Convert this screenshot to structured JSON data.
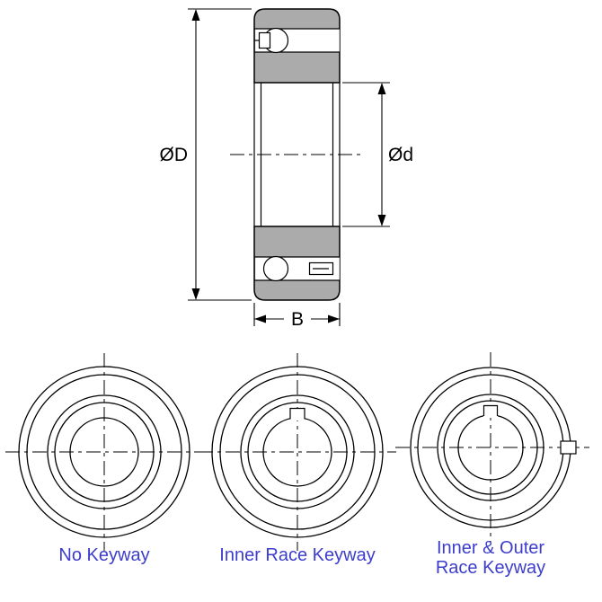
{
  "cross_section": {
    "outer_diameter_label": "ØD",
    "inner_diameter_label": "Ød",
    "width_label": "B"
  },
  "views": [
    {
      "label": "No Keyway"
    },
    {
      "label": "Inner Race Keyway"
    },
    {
      "label_line1": "Inner & Outer",
      "label_line2": "Race Keyway"
    }
  ],
  "colors": {
    "ring_fill": "#ababab",
    "outline": "#000000",
    "label_blue": "#3d3dcc"
  }
}
